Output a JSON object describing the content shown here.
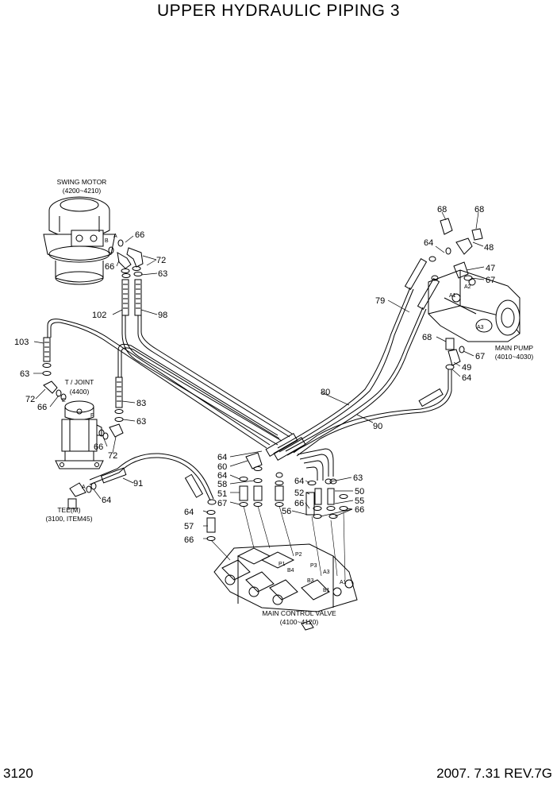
{
  "title": "UPPER HYDRAULIC PIPING 3",
  "footer": {
    "page_number": "3120",
    "revision": "2007. 7.31 REV.7G"
  },
  "components": {
    "swing_motor": {
      "name": "SWING MOTOR",
      "range": "(4200~4210)"
    },
    "t_joint": {
      "name": "T / JOINT",
      "range": "(4400)"
    },
    "main_pump": {
      "name": "MAIN PUMP",
      "range": "(4010~4030)"
    },
    "tee": {
      "name": "TEE(M)",
      "range": "(3100, ITEM45)"
    },
    "main_control_valve": {
      "name": "MAIN CONTROL VALVE",
      "range": "(4100~4120)"
    }
  },
  "part_numbers": {
    "p66a": "66",
    "p66b": "66",
    "p72a": "72",
    "p63a": "63",
    "p102": "102",
    "p98": "98",
    "p103": "103",
    "p63b": "63",
    "p72b": "72",
    "p66c": "66",
    "p83": "83",
    "p63c": "63",
    "p66d": "66",
    "p72c": "72",
    "p91": "91",
    "p64a": "64",
    "p68a": "68",
    "p68b": "68",
    "p64b": "64",
    "p48": "48",
    "p47": "47",
    "p67a": "67",
    "p79": "79",
    "p68c": "68",
    "p67b": "67",
    "p49": "49",
    "p64c": "64",
    "p80": "80",
    "p90": "90",
    "p64d": "64",
    "p60": "60",
    "p64e": "64",
    "p58": "58",
    "p51": "51",
    "p67c": "67",
    "p64f": "64",
    "p57": "57",
    "p66e": "66",
    "p64g": "64",
    "p52": "52",
    "p66f": "66",
    "p56": "56",
    "p63d": "63",
    "p50": "50",
    "p55": "55",
    "p66g": "66"
  },
  "port_labels": {
    "a_swing": "A",
    "b_swing": "B",
    "e_tj": "E",
    "f_tj": "F",
    "a_tee": "A",
    "a1_pump": "A1",
    "a2_pump": "A2",
    "a3_pump": "A3",
    "p2": "P2",
    "p1": "P1",
    "b4": "B4",
    "p3": "P3",
    "b3": "B3",
    "a3_mcv": "A3",
    "b1": "B1",
    "a1_mcv": "A1"
  }
}
